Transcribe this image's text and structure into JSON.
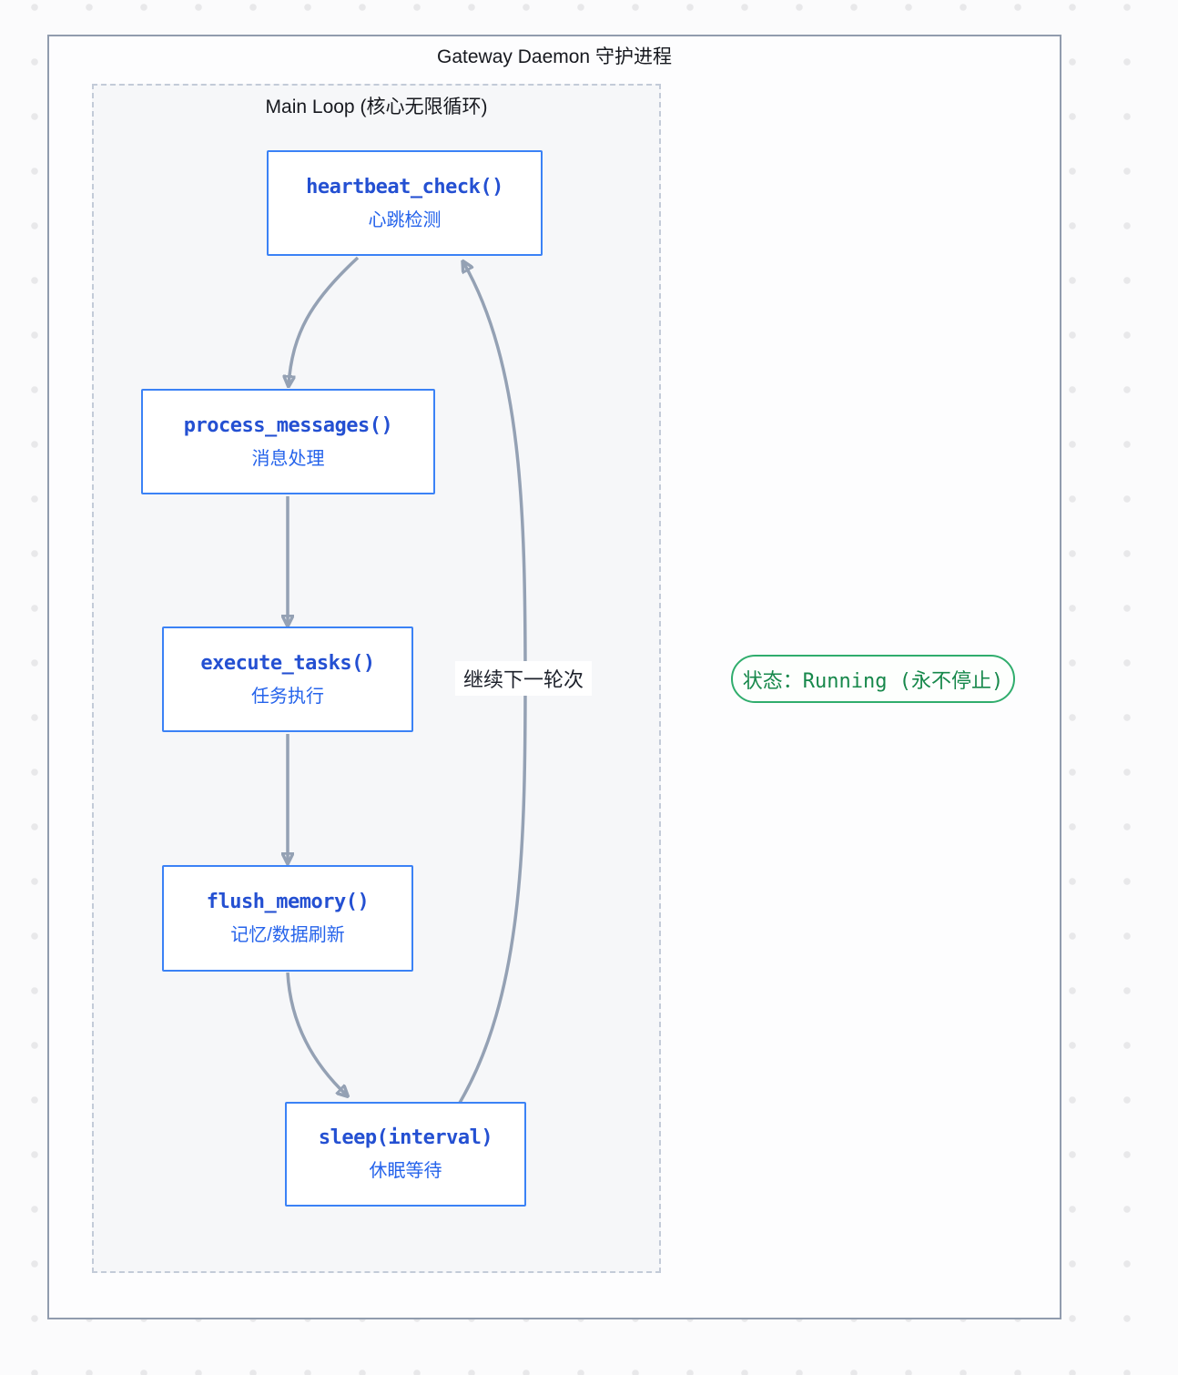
{
  "diagram": {
    "title": "Gateway Daemon 守护进程",
    "loop_title": "Main Loop (核心无限循环)",
    "nodes": [
      {
        "id": "heartbeat_check",
        "func": "heartbeat_check()",
        "label": "心跳检测"
      },
      {
        "id": "process_messages",
        "func": "process_messages()",
        "label": "消息处理"
      },
      {
        "id": "execute_tasks",
        "func": "execute_tasks()",
        "label": "任务执行"
      },
      {
        "id": "flush_memory",
        "func": "flush_memory()",
        "label": "记忆/数据刷新"
      },
      {
        "id": "sleep_interval",
        "func": "sleep(interval)",
        "label": "休眠等待"
      }
    ],
    "edges": [
      {
        "from": "heartbeat_check",
        "to": "process_messages"
      },
      {
        "from": "process_messages",
        "to": "execute_tasks"
      },
      {
        "from": "execute_tasks",
        "to": "flush_memory"
      },
      {
        "from": "flush_memory",
        "to": "sleep_interval"
      },
      {
        "from": "sleep_interval",
        "to": "heartbeat_check",
        "label": "继续下一轮次"
      }
    ],
    "edge_label": "继续下一轮次",
    "status_badge": "状态：Running (永不停止)",
    "colors": {
      "node_border": "#3b82f6",
      "node_text": "#2563eb",
      "arrow": "#94a1b4",
      "container_border": "#919cae",
      "loop_border_dashed": "#c3cbd8",
      "badge_border": "#30ad6d",
      "badge_text": "#17884b"
    }
  }
}
